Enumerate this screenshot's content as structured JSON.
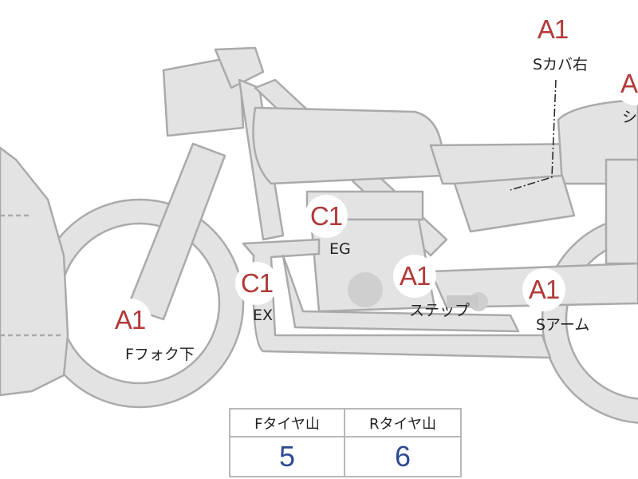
{
  "colors": {
    "badge_red": "#b23a3a",
    "body_fill": "#e2e3e2",
    "outline": "#a9abaa",
    "value_blue": "#2e4a93"
  },
  "badges": [
    {
      "id": "s-cover-right",
      "grade": "A1",
      "label": "Sカバ右"
    },
    {
      "id": "seat",
      "grade": "A",
      "label": "シ"
    },
    {
      "id": "eg",
      "grade": "C1",
      "label": "EG"
    },
    {
      "id": "step",
      "grade": "A1",
      "label": "ステップ"
    },
    {
      "id": "ex",
      "grade": "C1",
      "label": "EX"
    },
    {
      "id": "swing-arm",
      "grade": "A1",
      "label": "Sアーム"
    },
    {
      "id": "front-fork-lower",
      "grade": "A1",
      "label": "Fフォク下"
    }
  ],
  "tire_table": {
    "front_header": "Fタイヤ山",
    "rear_header": "Rタイヤ山",
    "front_value": "5",
    "rear_value": "6"
  }
}
